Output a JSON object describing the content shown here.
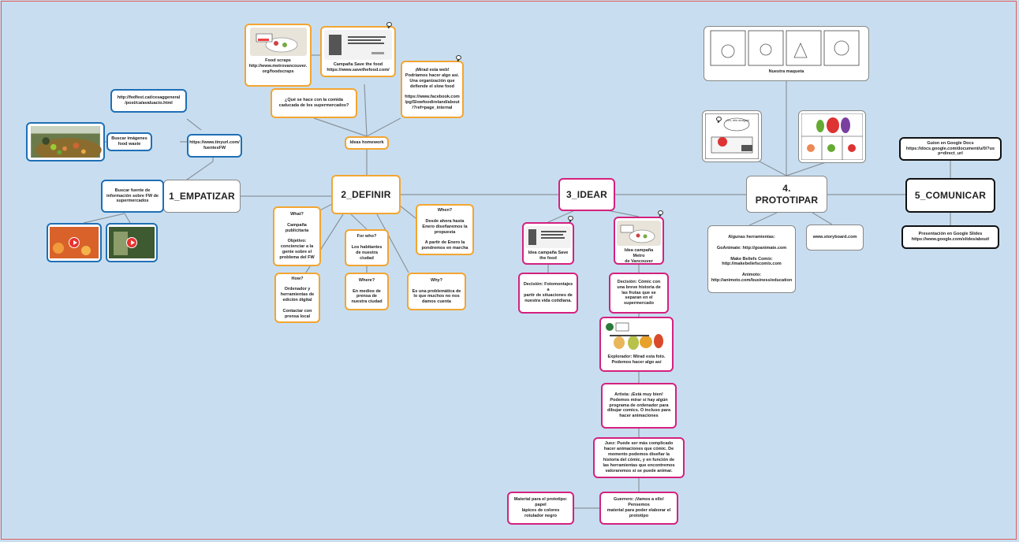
{
  "main_topics": {
    "empatizar": "1_EMPATIZAR",
    "definir": "2_DEFINIR",
    "idear": "3_IDEAR",
    "prototipar": "4. PROTOTIPAR",
    "comunicar": "5_COMUNICAR"
  },
  "empatizar": {
    "link_fedfest": "http://fedfest.cat/cesaggeneral\n/post/ca/avaluacio.html",
    "tinyurl": "https://www.tinyurl.com/\nfuentesFW",
    "buscar_imagenes": "Buscar imágenes\nfood waste",
    "buscar_fuente": "Buscar fuente de\ninformación sobre FW de\nsupermercados"
  },
  "definir": {
    "food_scraps": "Food scraps\nhttp://www.metrovancouver.\norg/foodscraps",
    "save_food": "Campaña Save the food\nhttps://www.savethefood.com/",
    "mirad_web": "¡Mirad esta web!\nPodríamos hacer algo así.\nUna organización que\ndefiende el slow food\n\nhttps://www.facebook.com\n/pg/Slowfoodireland/about\n/?ref=page_internal",
    "pregunta": "¿Qué se hace con la comida\ncaducada de los supermercados?",
    "ideas_homework": "Ideas homework",
    "what": "What?\n\nCampaña\npublicitaria\n\nObjetivo:\nconcienciar a la\ngente sobre el\nproblema del FW",
    "for_who": "For who?\n\nLos habitantes\nde nuestra\nciudad",
    "when": "When?\n\nDesde ahora hasta\nEnero diseñaremos la\npropuesta\n\nA partir de Enero la\npondremos en marcha",
    "how": "How?\n\nOrdenador y\nherramientas de\nedición digital\n\nContactar con\nprensa local",
    "where": "Where?\n\nEn medios de\nprensa de\nnuestra ciudad",
    "why": "Why?\n\nEs una problemática de\nlo que muchos no nos\ndamos cuenta"
  },
  "idear": {
    "idea_save_food": "Idea campaña Save\nthe food",
    "idea_metro": "Idea campaña Metro\nde Vancouver",
    "decision_foto": "Decisión: Fotomontajes a\npartir de situaciones de\nnuestra vida cotidiana.",
    "decision_comic": "Decisión: Cómic con\nuna breve historia de\nlas frutas que se\nseparan en el\nsupermercado",
    "explorador": "Explorador: Mirad esta foto.\nPodemos hacer algo así",
    "artista": "Artista: ¡Está muy bien!\nPodemos mirar si hay algún\nprograma de ordenador para\ndibujar comics. O incluso para\nhacer animaciones",
    "juez": "Juez: Puede ser más complicado\nhacer animaciones que cómic. De\nmomento podemos diseñar la\nhistoria del cómic, y en función de\nlas herramientas que encontremos\nvaloraremos si se puede animar.",
    "guerrero": "Guerrero: ¡Vamos a ello! Pensemos\nmaterial para poder elaborar el\nprototipo",
    "material": "Material para el prototipo:\npapel\nlápices de colores\nrotulador negro"
  },
  "prototipar": {
    "maqueta": "Nuestra maqueta",
    "herramientas": "Algunas herramientas:\n\nGoAnimate:  http://goanimate.com\n\nMake Beliefs Comix:\nhttp://makebeliefscomix.com\n\nAnimoto:\nhttp://animoto.com/business/education",
    "storyboard": "www.storyboard.com",
    "comic_caption": "¡Oh, mis amigas!"
  },
  "comunicar": {
    "guion": "Guion en Google Docs\nhttps://docs.google.com/document/u/0/?us\np=direct_url",
    "presentacion": "Presentación en Google Slides\nhttps://www.google.com/slides/about/"
  },
  "colors": {
    "background": "#c8def0",
    "orange": "#f3a531",
    "pink": "#d4217f",
    "blue": "#1f6fb5",
    "frame": "#e05a5a"
  }
}
